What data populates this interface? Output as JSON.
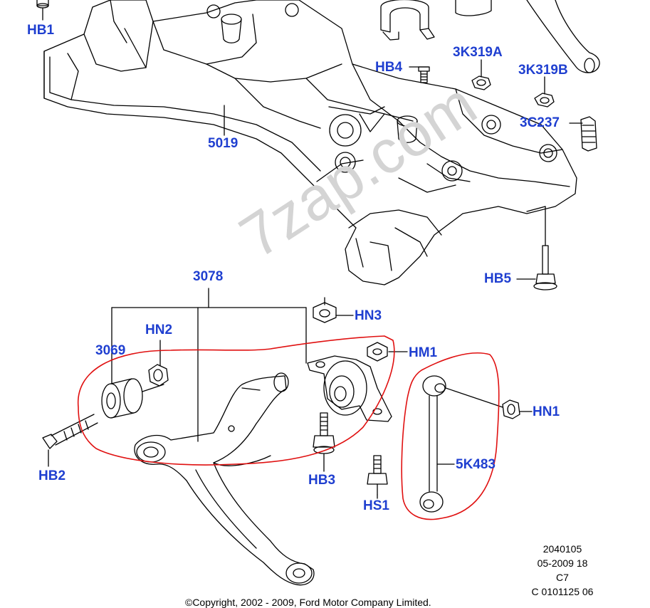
{
  "watermark": "7zap.com",
  "labels": {
    "hb1": "HB1",
    "l5019": "5019",
    "hb4": "HB4",
    "l3k319a": "3K319A",
    "l3k319b": "3K319B",
    "l3c237": "3C237",
    "hb5": "HB5",
    "l3078": "3078",
    "hn3": "HN3",
    "hn2": "HN2",
    "l3069": "3069",
    "hm1": "HM1",
    "hn1": "HN1",
    "l5k483": "5K483",
    "hb2": "HB2",
    "hb3": "HB3",
    "hs1": "HS1"
  },
  "colors": {
    "label": "#1f3fd0",
    "annotation": "#e01010",
    "line": "#000000"
  },
  "info": {
    "line1": "2040105",
    "line2": "05-2009 18",
    "line3": "C7",
    "line4": "C 0101125 06"
  },
  "copyright": "©Copyright, 2002 - 2009, Ford Motor Company Limited."
}
